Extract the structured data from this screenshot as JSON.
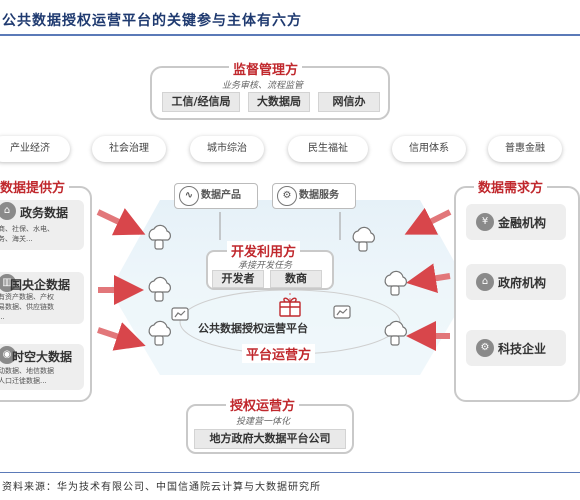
{
  "title": "公共数据授权运营平台的关键参与主体有六方",
  "supervisor": {
    "heading": "监督管理方",
    "subtitle": "业务审核、流程监管",
    "members": [
      "工信/经信局",
      "大数据局",
      "网信办"
    ]
  },
  "scenarios": [
    "产业经济",
    "社会治理",
    "城市综治",
    "民生福祉",
    "信用体系",
    "普惠金融"
  ],
  "provider": {
    "heading": "数据提供方",
    "items": [
      {
        "title": "政务数据",
        "desc": [
          "商、社保、水电、",
          "务、海关..."
        ]
      },
      {
        "title": "国央企数据",
        "desc": [
          "有资产数据、产权",
          "易数据、供应链数",
          "..."
        ]
      },
      {
        "title": "时空大数据",
        "desc": [
          "动数据、地信数据",
          "人口迁徙数据..."
        ]
      }
    ]
  },
  "demander": {
    "heading": "数据需求方",
    "items": [
      "金融机构",
      "政府机构",
      "科技企业"
    ]
  },
  "services": {
    "product": "数据产品",
    "service": "数据服务"
  },
  "developer": {
    "heading": "开发利用方",
    "subtitle": "承接开发任务",
    "members": [
      "开发者",
      "数商"
    ]
  },
  "platform": {
    "name": "公共数据授权运营平台",
    "operator": "平台运营方"
  },
  "authorized": {
    "heading": "授权运营方",
    "subtitle": "投建营一体化",
    "company": "地方政府大数据平台公司"
  },
  "source": "资料来源：华为技术有限公司、中国信通院云计算与大数据研究所",
  "colors": {
    "accent_red": "#c0282d",
    "title_blue": "#1f3a70"
  }
}
